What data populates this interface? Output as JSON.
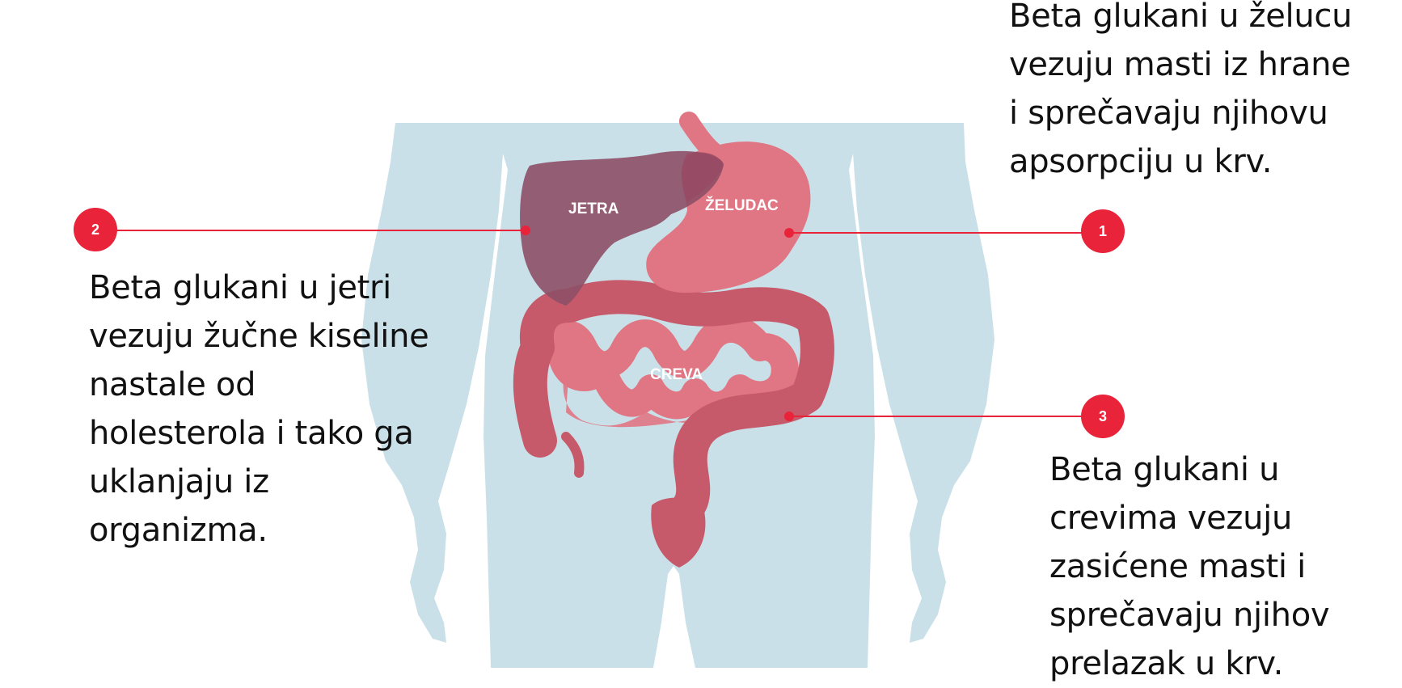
{
  "colors": {
    "body": "#c9e0e8",
    "liver": "#8d4f66",
    "stomach": "#e07683",
    "intestine": "#c65a6a",
    "callout": "#e8233a"
  },
  "organs": {
    "liver": "JETRA",
    "stomach": "ŽELUDAC",
    "intestines": "CREVA"
  },
  "callouts": [
    {
      "number": "1",
      "text": "Beta glukani u želucu\nvezuju masti iz hrane\ni sprečavaju njihovu\napsorpciju u krv."
    },
    {
      "number": "2",
      "text": "Beta glukani u jetri\nvezuju žučne kiseline\nnastale od\nholesterola i tako ga\nuklanjaju iz\norganizma."
    },
    {
      "number": "3",
      "text": "Beta glukani u\ncrevima vezuju\nzasićene masti i\nsprečavaju njihov\nprelazak u krv."
    }
  ]
}
